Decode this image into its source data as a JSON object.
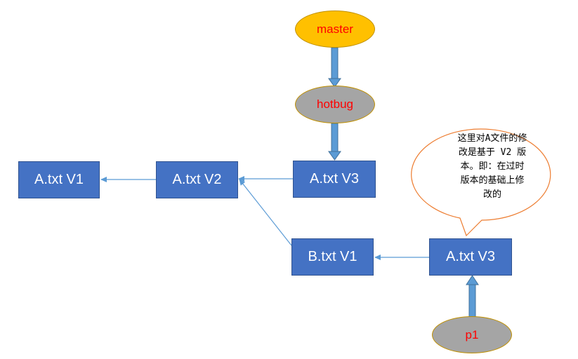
{
  "nodes": {
    "master": "master",
    "hotbug": "hotbug",
    "p1": "p1",
    "a_v1": "A.txt V1",
    "a_v2": "A.txt V2",
    "a_v3_top": "A.txt V3",
    "b_v1": "B.txt V1",
    "a_v3_bottom": "A.txt V3"
  },
  "callout": {
    "text": "这里对A文件的修\n改是基于 V2 版\n本。即：在过时\n版本的基础上修\n改的"
  },
  "colors": {
    "box_fill": "#4472c4",
    "ellipse_gold": "#ffc000",
    "ellipse_gray": "#a5a5a5",
    "label_red": "#ff0000",
    "callout_border": "#ed7d31",
    "arrow": "#5b9bd5"
  }
}
